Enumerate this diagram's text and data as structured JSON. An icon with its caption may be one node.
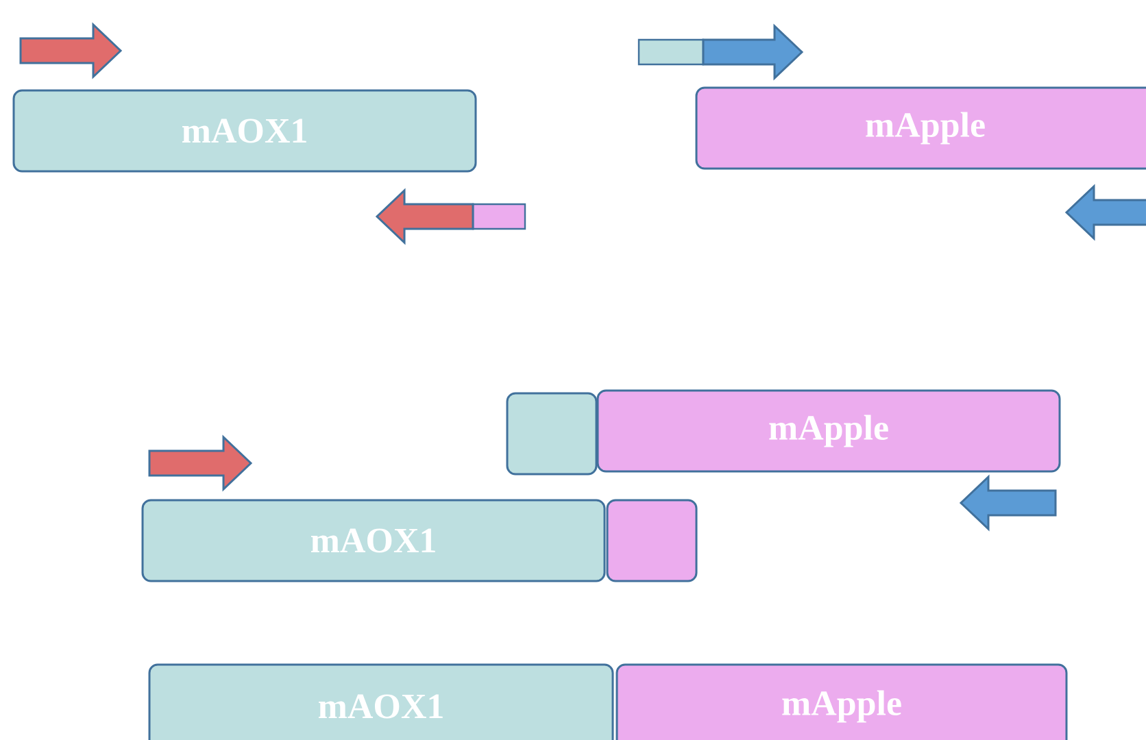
{
  "diagram": {
    "nodes": [
      {
        "text": [
          "mAOX1"
        ]
      },
      {
        "text": [
          "mApple"
        ]
      },
      {
        "text": [],
        "shape": "box"
      },
      {
        "text": [
          "mApple"
        ]
      },
      {
        "text": [
          "mAOX1"
        ]
      },
      {
        "text": [],
        "shape": "box"
      },
      {
        "text": [
          "mAOX1"
        ]
      },
      {
        "text": [
          "mApple"
        ]
      }
    ]
  }
}
